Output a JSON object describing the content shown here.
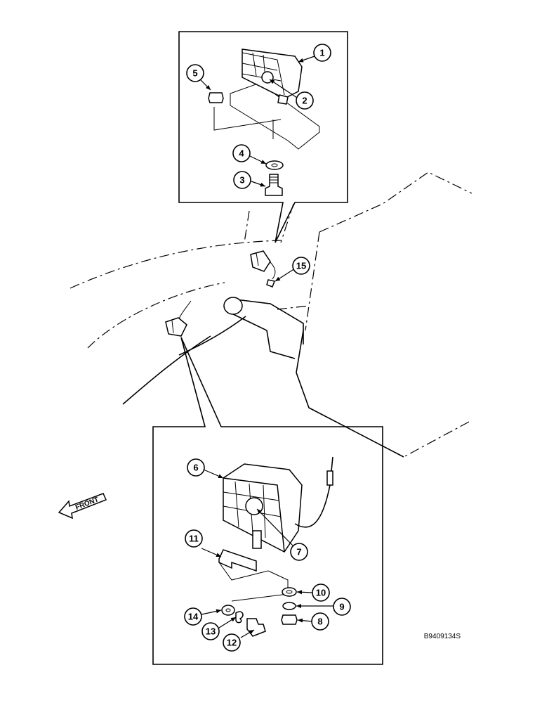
{
  "callouts": {
    "c1": "1",
    "c2": "2",
    "c3": "3",
    "c4": "4",
    "c5": "5",
    "c6": "6",
    "c7": "7",
    "c8": "8",
    "c9": "9",
    "c10": "10",
    "c11": "11",
    "c12": "12",
    "c13": "13",
    "c14": "14",
    "c15": "15"
  },
  "direction_label": "FRONT",
  "figure_code": "B9409134S"
}
